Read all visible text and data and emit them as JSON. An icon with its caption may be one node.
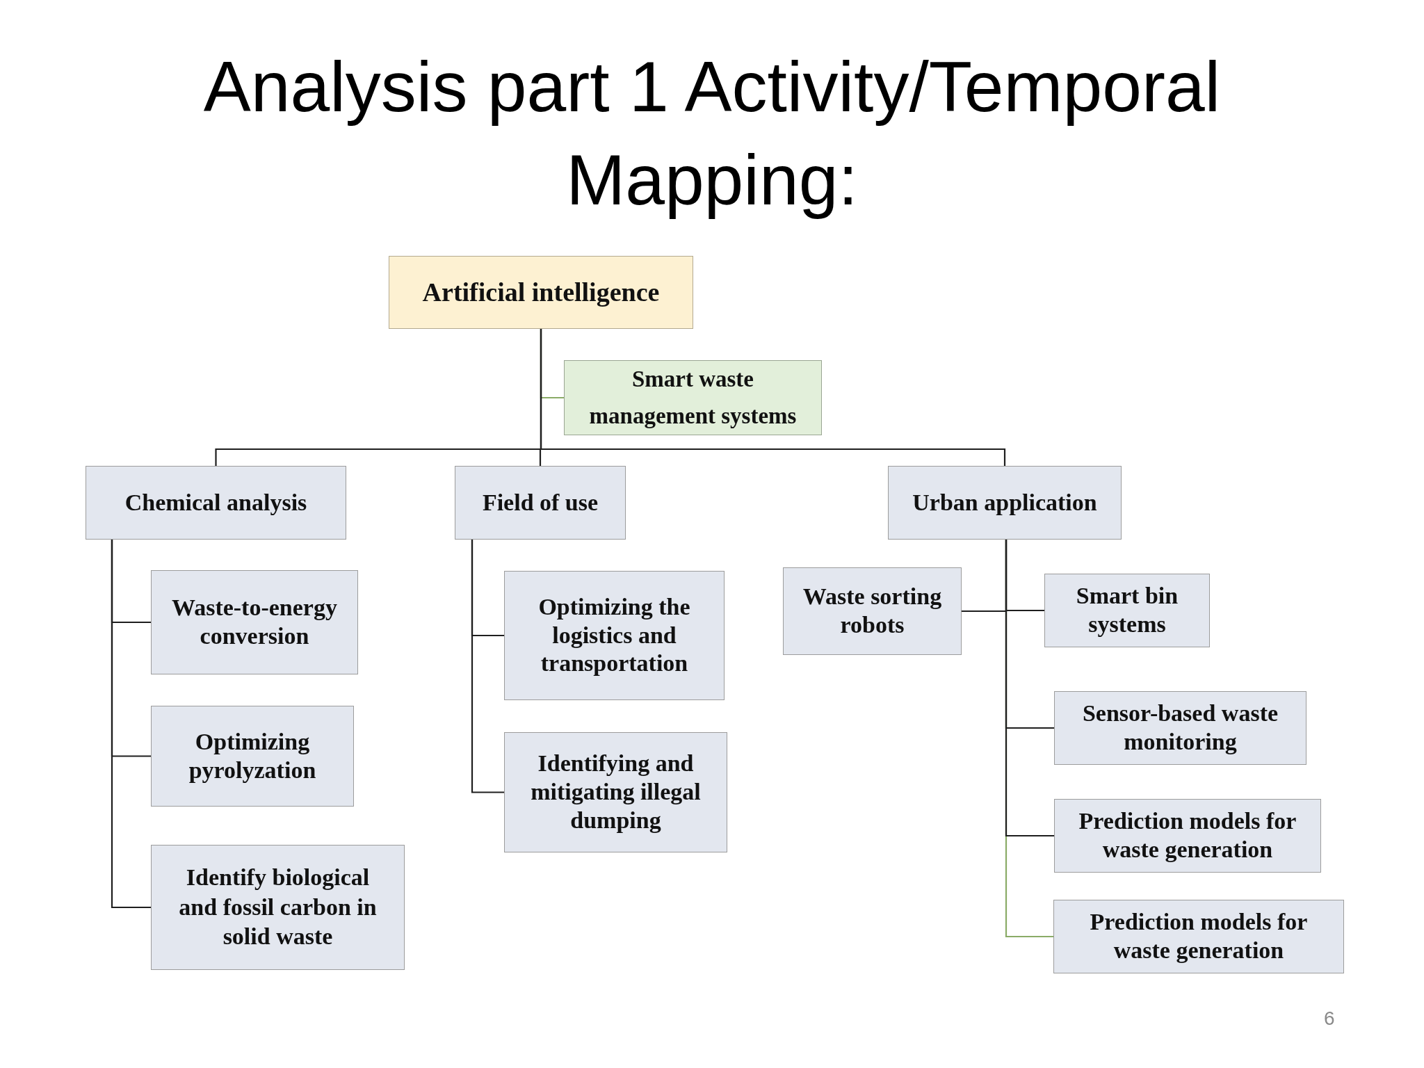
{
  "diagram": {
    "title": "Analysis part 1 Activity/Temporal Mapping:",
    "nodes": [
      {
        "text": [
          "Artificial intelligence"
        ]
      },
      {
        "text": [
          "Smart waste management systems"
        ]
      },
      {
        "text": [
          "Chemical analysis"
        ]
      },
      {
        "text": [
          "Field of use"
        ]
      },
      {
        "text": [
          "Urban application"
        ]
      },
      {
        "text": [
          "Waste-to-energy conversion"
        ]
      },
      {
        "text": [
          "Optimizing pyrolyzation"
        ]
      },
      {
        "text": [
          "Identify biological and fossil carbon in solid waste"
        ]
      },
      {
        "text": [
          "Optimizing the logistics and transportation"
        ]
      },
      {
        "text": [
          "Identifying and mitigating illegal dumping"
        ]
      },
      {
        "text": [
          "Waste sorting robots"
        ]
      },
      {
        "text": [
          "Smart bin systems"
        ]
      },
      {
        "text": [
          "Sensor-based waste monitoring"
        ]
      },
      {
        "text": [
          "Prediction models for waste generation"
        ]
      },
      {
        "text": [
          "Prediction models for waste generation"
        ]
      }
    ],
    "edges": [
      {
        "from": 0,
        "to": 1,
        "arrow": "none",
        "color": "#8aab67"
      },
      {
        "from": 0,
        "to": 2,
        "arrow": "none"
      },
      {
        "from": 0,
        "to": 3,
        "arrow": "none"
      },
      {
        "from": 0,
        "to": 4,
        "arrow": "none"
      },
      {
        "from": 2,
        "to": 5,
        "arrow": "none"
      },
      {
        "from": 2,
        "to": 6,
        "arrow": "none"
      },
      {
        "from": 2,
        "to": 7,
        "arrow": "none"
      },
      {
        "from": 3,
        "to": 8,
        "arrow": "none"
      },
      {
        "from": 3,
        "to": 9,
        "arrow": "none"
      },
      {
        "from": 4,
        "to": 10,
        "arrow": "none"
      },
      {
        "from": 4,
        "to": 11,
        "arrow": "none"
      },
      {
        "from": 4,
        "to": 12,
        "arrow": "none"
      },
      {
        "from": 4,
        "to": 13,
        "arrow": "none"
      },
      {
        "from": 4,
        "to": 14,
        "arrow": "none",
        "color": "#8aab67"
      }
    ],
    "labels": [
      "6"
    ]
  }
}
